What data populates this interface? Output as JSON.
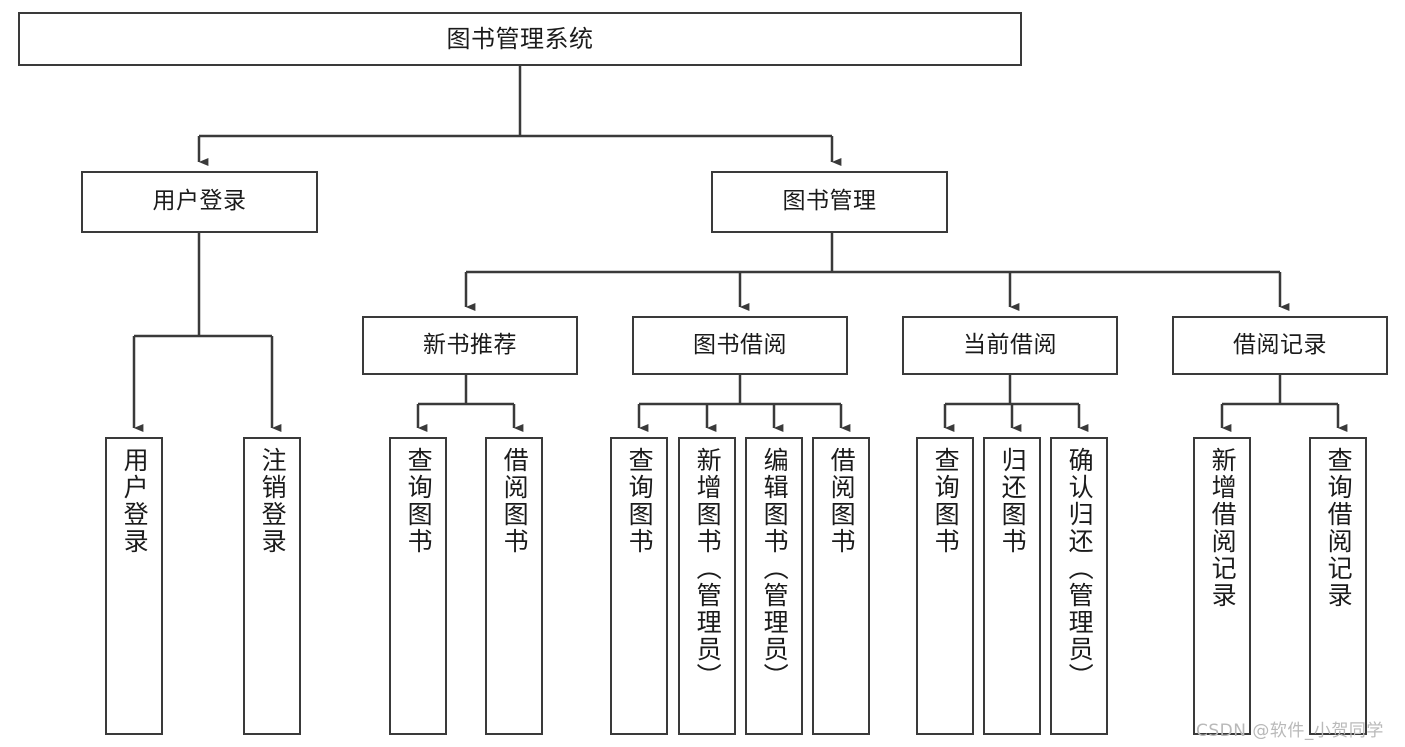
{
  "diagram": {
    "title": "图书管理系统",
    "type": "tree-hierarchy",
    "watermark": "CSDN @软件_小贺同学",
    "colors": {
      "stroke": "#3a3a3a",
      "fill": "#ffffff",
      "text": "#1b1b1b",
      "watermark": "#b9b9b9"
    },
    "nodes": {
      "root": {
        "label": "图书管理系统"
      },
      "level2": [
        {
          "label": "用户登录"
        },
        {
          "label": "图书管理"
        }
      ],
      "level3": [
        {
          "label": "新书推荐"
        },
        {
          "label": "图书借阅"
        },
        {
          "label": "当前借阅"
        },
        {
          "label": "借阅记录"
        }
      ],
      "leaves_user_login": [
        {
          "label": "用户登录"
        },
        {
          "label": "注销登录"
        }
      ],
      "leaves_new_book": [
        {
          "label": "查询图书"
        },
        {
          "label": "借阅图书"
        }
      ],
      "leaves_borrow": [
        {
          "label": "查询图书"
        },
        {
          "label": "新增图书（管理员）"
        },
        {
          "label": "编辑图书（管理员）"
        },
        {
          "label": "借阅图书"
        }
      ],
      "leaves_current": [
        {
          "label": "查询图书"
        },
        {
          "label": "归还图书"
        },
        {
          "label": "确认归还（管理员）"
        }
      ],
      "leaves_records": [
        {
          "label": "新增借阅记录"
        },
        {
          "label": "查询借阅记录"
        }
      ]
    }
  }
}
